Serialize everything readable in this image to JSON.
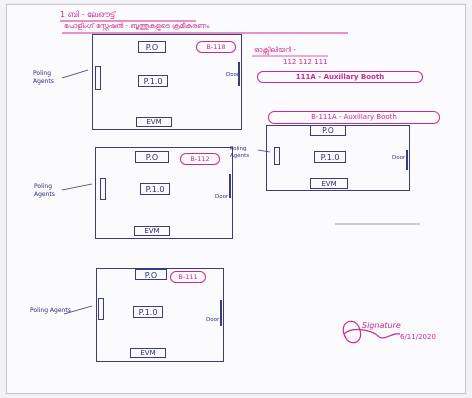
{
  "header": {
    "line1": "1 ബി - ലേഔട്ട്",
    "line2": "പോളിംഗ് സ്റ്റേഷൻ - ബൂത്തുകളുടെ ക്രമീകരണം"
  },
  "top_right_note": {
    "line1": "ഓക്സിലിയറി -",
    "line2": "112 112 111",
    "banner": "111A - Auxillary Booth"
  },
  "booths": [
    {
      "number": "B-118",
      "po": "P.O",
      "pro": "P.1.0",
      "evm": "EVM",
      "agents": "Poling Agents",
      "door": "Door"
    },
    {
      "number": "B-112",
      "po": "P.O",
      "pro": "P.1.0",
      "evm": "EVM",
      "agents": "Poling Agents",
      "door": "Door"
    },
    {
      "number": "B-111",
      "po": "P.O",
      "pro": "P.1.0",
      "evm": "EVM",
      "agents": "Poling Agents",
      "door": "Door"
    },
    {
      "number": "B-111A - Auxillary Booth",
      "po": "P.O",
      "pro": "P.1.0",
      "evm": "EVM",
      "agents": "Poling Agents",
      "door": "Door"
    }
  ],
  "signature": {
    "sign": "Signature",
    "date": "6/11/2020"
  },
  "colors": {
    "ink": "#2c2c76",
    "highlight": "#cc2a8f",
    "paper": "#fbfbfd"
  }
}
